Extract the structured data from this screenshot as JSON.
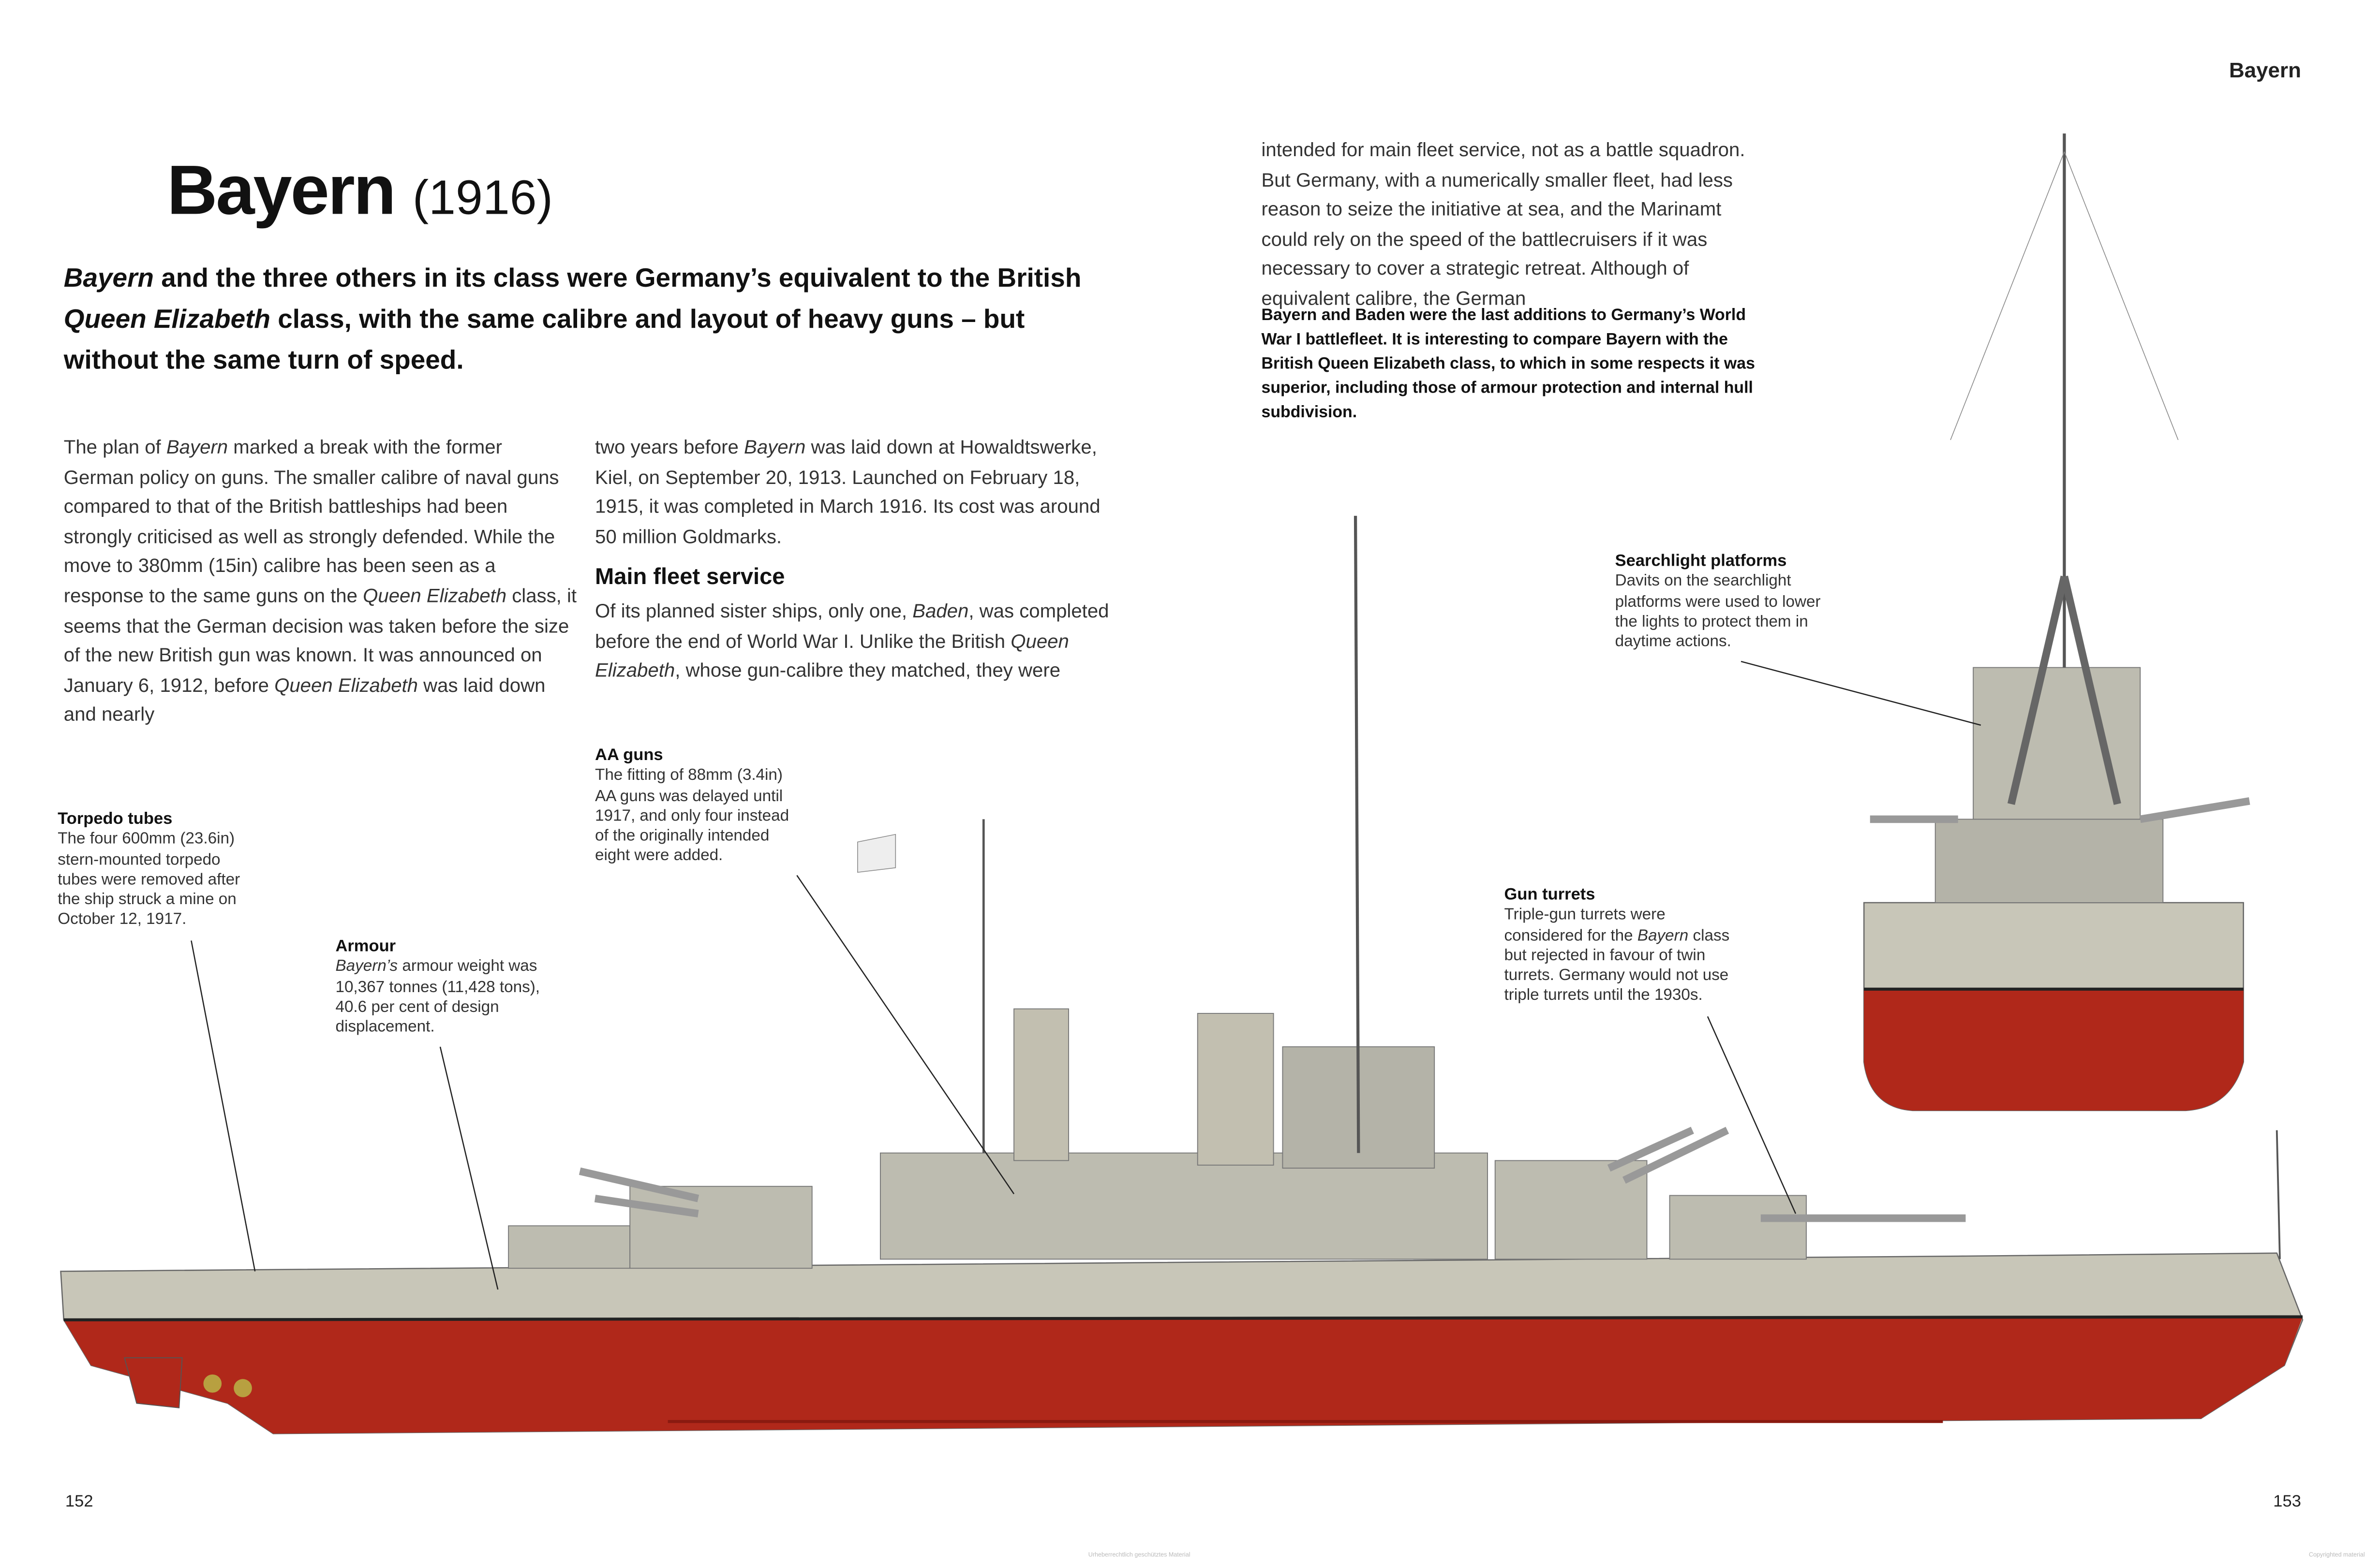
{
  "running_head": "Bayern",
  "title": {
    "name": "Bayern",
    "year": "(1916)"
  },
  "lead": {
    "p1": "Bayern",
    "p2": " and the three others in its class were Germany’s equivalent to the British ",
    "p3": "Queen Elizabeth",
    "p4": " class, with the same calibre and layout of heavy guns – but without the same turn of speed."
  },
  "col1": {
    "a": "The plan of ",
    "b": "Bayern",
    "c": " marked a break with the former German policy on guns. The smaller calibre of naval guns compared to that of the British battleships had been strongly criticised as well as strongly defended. While the move to 380mm (15in) calibre has been seen as a response to the same guns on the ",
    "d": "Queen Elizabeth",
    "e": " class, it seems that the German decision was taken before the size of the new British gun was known. It was announced on January 6, 1912, before ",
    "f": "Queen Elizabeth",
    "g": " was laid down and nearly"
  },
  "col2": {
    "a": "two years before ",
    "b": "Bayern",
    "c": " was laid down at Howaldtswerke, Kiel, on September 20, 1913. Launched on February 18, 1915, it was completed in March 1916. Its cost was around 50 million Goldmarks.",
    "heading": "Main fleet service",
    "d": "Of its planned sister ships, only one, ",
    "e": "Baden",
    "f": ", was completed before the end of World War I. Unlike the British ",
    "g": "Queen Elizabeth",
    "h": ", whose gun-calibre they matched, they were"
  },
  "col3": "intended for main fleet service, not as a battle squadron. But Germany, with a numerically smaller fleet, had less reason to seize the initiative at sea, and the Marinamt could rely on the speed of the battlecruisers if it was necessary to cover a strategic retreat. Although of equivalent calibre, the German",
  "illustration_caption": "Bayern and Baden were the last additions to Germany’s World War I battlefleet. It is interesting to compare Bayern with the British Queen Elizabeth class, to which in some respects it was superior, including those of armour protection and internal hull subdivision.",
  "callouts": {
    "torpedo": {
      "title": "Torpedo tubes",
      "text": "The four 600mm (23.6in) stern-mounted torpedo tubes were removed after the ship struck a mine on October 12, 1917."
    },
    "armour": {
      "title": "Armour",
      "a": "Bayern’s",
      "b": " armour weight was 10,367 tonnes (11,428 tons), 40.6 per cent of design displacement."
    },
    "aa": {
      "title": "AA guns",
      "text": "The fitting of 88mm (3.4in) AA guns was delayed until 1917, and only four instead of the originally intended eight were added."
    },
    "turrets": {
      "title": "Gun turrets",
      "a": "Triple-gun turrets were considered for the ",
      "b": "Bayern",
      "c": " class but rejected in favour of twin turrets. Germany would not use triple turrets until the 1930s."
    },
    "searchlight": {
      "title": "Searchlight platforms",
      "text": "Davits on the searchlight platforms were used to lower the lights to protect them in daytime actions."
    }
  },
  "page_left": "152",
  "page_right": "153",
  "watermark_left": "Urheberrechtlich geschütztes Material",
  "watermark_right": "Copyrighted material",
  "colors": {
    "hull_red": "#b0281a",
    "hull_grey": "#c8c6b8",
    "superstructure": "#bdbcb0"
  }
}
